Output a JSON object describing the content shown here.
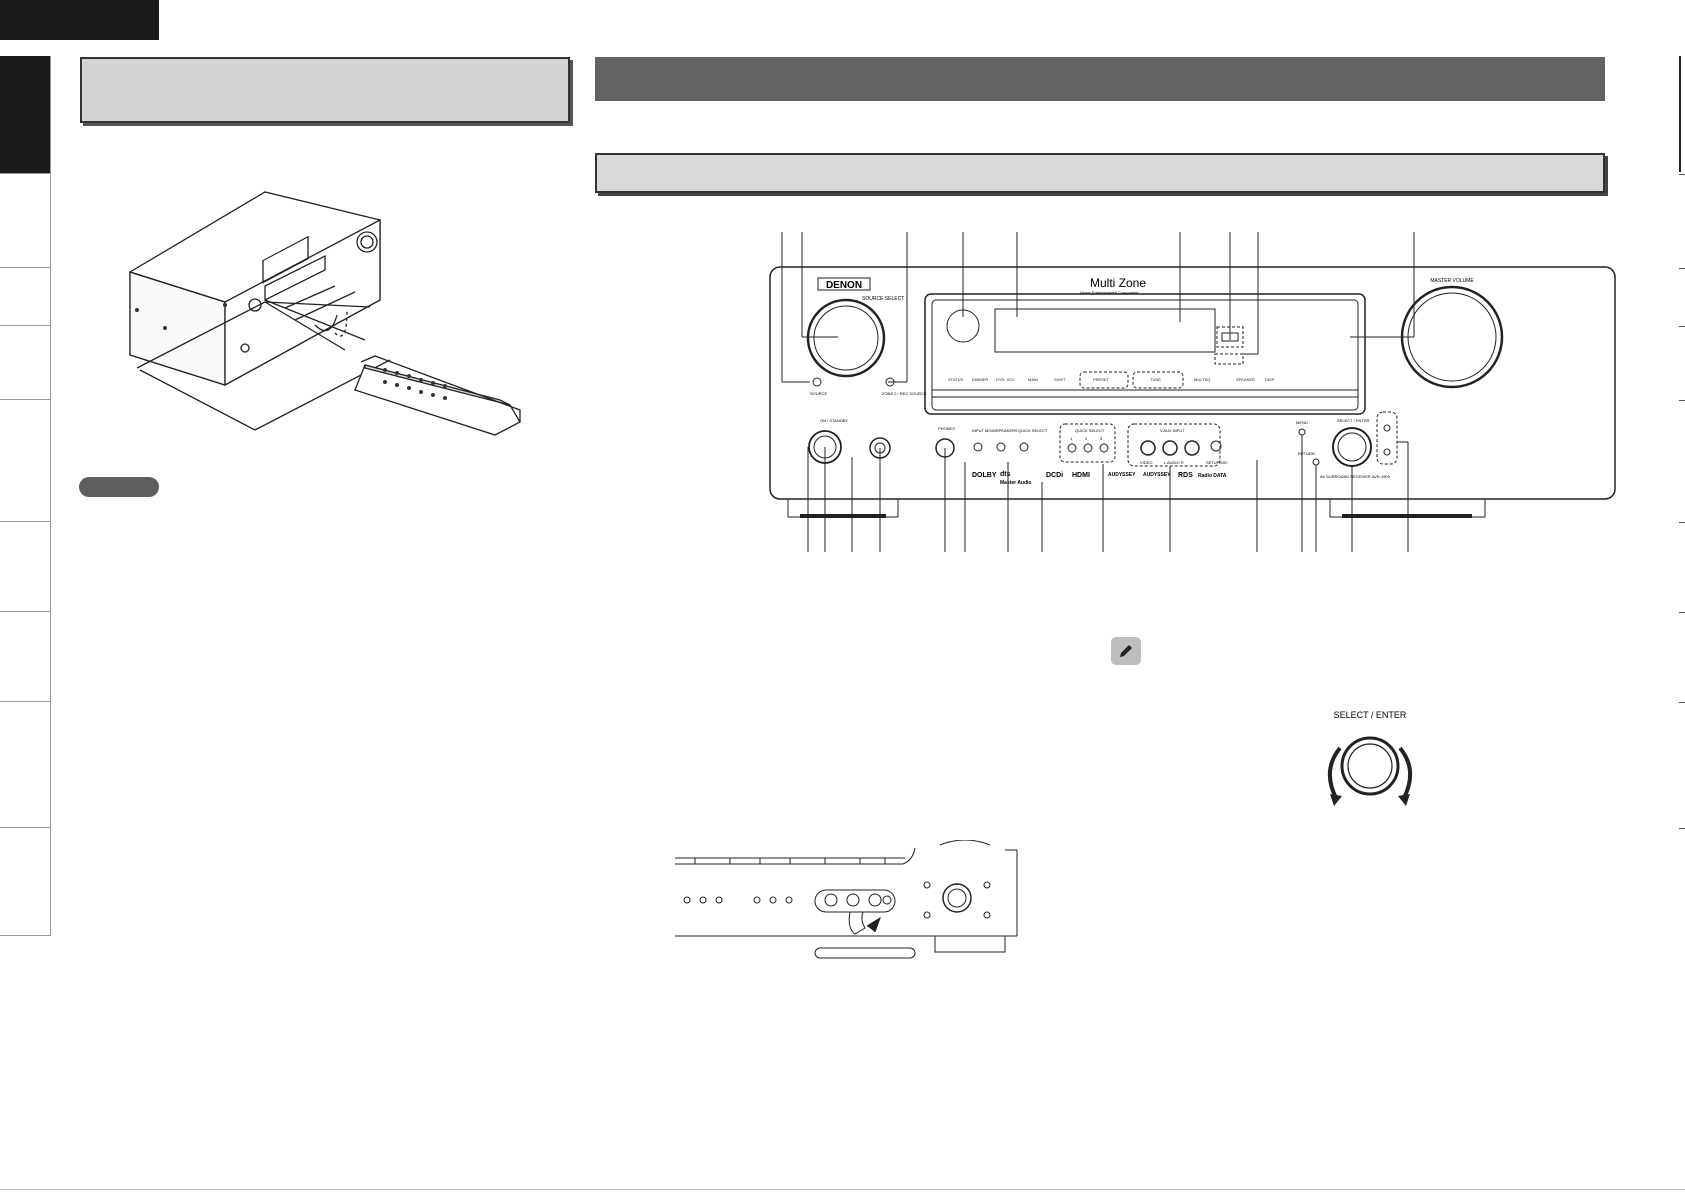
{
  "panel": {
    "brand": "DENON",
    "multizone_title": "Multi Zone",
    "multizone_sub": "Home Entertainment Component",
    "source_select_label": "SOURCE SELECT",
    "master_volume_label": "MASTER VOLUME",
    "source_label": "SOURCE",
    "zone2_label": "ZONE 2 / REC SOURCE",
    "onstandby_label": "ON / STANDBY",
    "button_labels": [
      "STATUS",
      "DIMMER",
      "DYN. VOL",
      "MAIN",
      "SHIFT",
      "PRESET",
      "TUNE",
      "MULTEQ",
      "SPEAKER",
      "DISP"
    ],
    "lower_labels": [
      "PHONES",
      "INPUT MODE",
      "SPEAKERS",
      "QUICK SELECT"
    ],
    "quick_select_label": "QUICK SELECT",
    "quick_select_numbers": [
      "1",
      "2",
      "3"
    ],
    "vaux_label": "V.AUX INPUT",
    "vaux_sub": [
      "VIDEO",
      "L AUDIO R"
    ],
    "setup_mic_label": "SETUP MIC",
    "menu_label": "MENU",
    "return_label": "RETURN",
    "select_enter_label": "SELECT / ENTER",
    "model_label": "AV SURROUND RECEIVER AVR-1909",
    "logos": [
      "DOLBY",
      "dts",
      "Master Audio",
      "DCDi",
      "HDMI",
      "AUDYSSEY",
      "AUDYSSEY",
      "RDS",
      "Radio DATA"
    ]
  },
  "select_enter_figure_label": "SELECT / ENTER",
  "icons": [
    "pencil-icon"
  ]
}
